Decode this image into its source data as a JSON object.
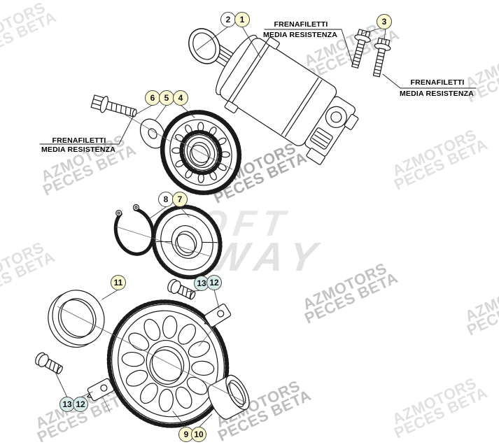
{
  "labels": {
    "frenafiletti": {
      "line1": "FRENAFILETTI",
      "line2": "MEDIA RESISTENZA"
    }
  },
  "callouts": {
    "1": "1",
    "2": "2",
    "3": "3",
    "4": "4",
    "5": "5",
    "6": "6",
    "7": "7",
    "8": "8",
    "9": "9",
    "10": "10",
    "11": "11",
    "12": "12",
    "13": "13"
  },
  "watermark": {
    "line1": "AZMOTORS",
    "line2": "PECES BETA"
  },
  "ghost_watermark": {
    "line1": "OFT",
    "line2": "WAY"
  },
  "colors": {
    "callout_yellow": "#FBF9D2",
    "callout_white": "#FFFFFF",
    "callout_cyan": "#D8EDEB",
    "callout_border": "#45453C",
    "line_art": "#1A1A1A",
    "watermark_gray": "#CCCCCC",
    "background": "#FFFFFF"
  }
}
